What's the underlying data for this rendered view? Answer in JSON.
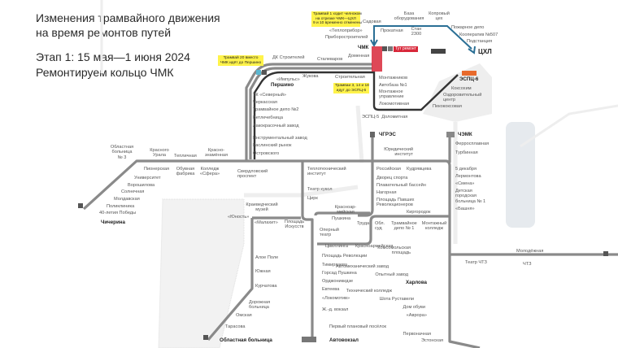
{
  "header": {
    "title_line1": "Изменения трамвайного движения",
    "title_line2": "на время ремонтов путей",
    "stage_line1": "Этап 1: 15 мая—1 июня 2024",
    "stage_line2": "Ремонтируем кольцо ЧМК"
  },
  "notes": {
    "tram1": "Трамвай 1 ходит челноком\nна отрезке ЧМК—ЦХЛ\n9 и 10 временно отменены",
    "tram20": "Трамвай 20 вместо\nЧМК идёт до Першино",
    "tram3_14_18": "Трамваи 3, 14 и 18\nидут до ЭСПЦ-6"
  },
  "repair_badge": "Тут ремонт",
  "colors": {
    "line": "#8a8a8a",
    "ring": "#333333",
    "detour": "#2a6f95",
    "repair": "#d8283a",
    "note": "#fff34a"
  },
  "stations": [
    "Садовая",
    "База\nоборудования",
    "Копровый\nцех",
    "Прокатная",
    "Стан\n2300",
    "Пожарное депо",
    "Кооператив №507",
    "Подстанция",
    "ЦХЛ",
    "«Теплоприбор»",
    "Приборостроителей",
    "ЧМК",
    "Доменная",
    "ДК Строителей",
    "Сталеваров",
    "Жукова",
    "«Импульс»",
    "Першино",
    "Строительная",
    "Монтажников",
    "Автобаза №1",
    "Монтажное\nуправление",
    "Локомотивная",
    "ЭСПЦ-5  Доломитная",
    "ЭСПЦ-6",
    "Коксохим",
    "Оздоровительный\nцентр",
    "Пекококсовая",
    "ТК «Северный»",
    "Черкасская",
    "Трамвайное депо №2",
    "Ветлечебница",
    "Лакокрасочный завод",
    "Инструментальный завод",
    "Каслинский рынок",
    "Островского",
    "Областная\nбольница\n№ 3",
    "Красного\nУрала",
    "Тепличная",
    "Красно-\nзнамённая",
    "Пионерская",
    "Обувная\nфабрика",
    "Колледж\n«Сфера»",
    "Свердловский\nпроспект",
    "Университет",
    "Ворошилова",
    "Солнечная",
    "Молдавская",
    "Поликлиника",
    "40-летия Победы",
    "Чичерина",
    "Теплотехнический\nинститут",
    "Театр кукол",
    "Цирк",
    "Краеведческий\nмузей",
    "«Юность»",
    "«Малахит»",
    "Площадь\nИскусств",
    "Красноар-\nмейская",
    "Пушкина",
    "Труда",
    "Оперный\nтеатр",
    "Обл.\nсуд",
    "Трамвайное\nдепо № 1",
    "Монтажный\nколледж",
    "Алое Поле",
    "Южная",
    "Курчатова",
    "Дорожная\nбольница",
    "Омская",
    "Тарасова",
    "Областная больница",
    "Цвиллинга",
    "Красноармейская",
    "Площадь Революции",
    "Тимирязева",
    "Горсад Пушкина",
    "Орджоникидзе",
    "Евтеева",
    "«Локомотив»",
    "Ж.-д. вокзал",
    "Автовокзал",
    "Комсомольская\nплощадь",
    "Автомеханический завод",
    "Опытный завод",
    "Харлова",
    "Технический колледж",
    "Шота Руставели",
    "Дом обуви",
    "«Аврора»",
    "Первый плановый посёлок",
    "Первоначная",
    "Эстонская",
    "Театр ЧТЗ",
    "Молодёжная",
    "ЧТЗ",
    "ЧЭМК",
    "Ферросплавная",
    "Турбинная",
    "5 декабря",
    "Лермонтова",
    "«Смена»",
    "Детская\nгородская\nбольница № 1",
    "«Башня»",
    "Юридический\nинститут",
    "ЧГРЭС",
    "Российская",
    "Кудрявцева",
    "Дворец спорта",
    "Плавательный бассейн",
    "Нагорная",
    "Площадь Павших\nРеволюционеров",
    "Киргородок"
  ]
}
